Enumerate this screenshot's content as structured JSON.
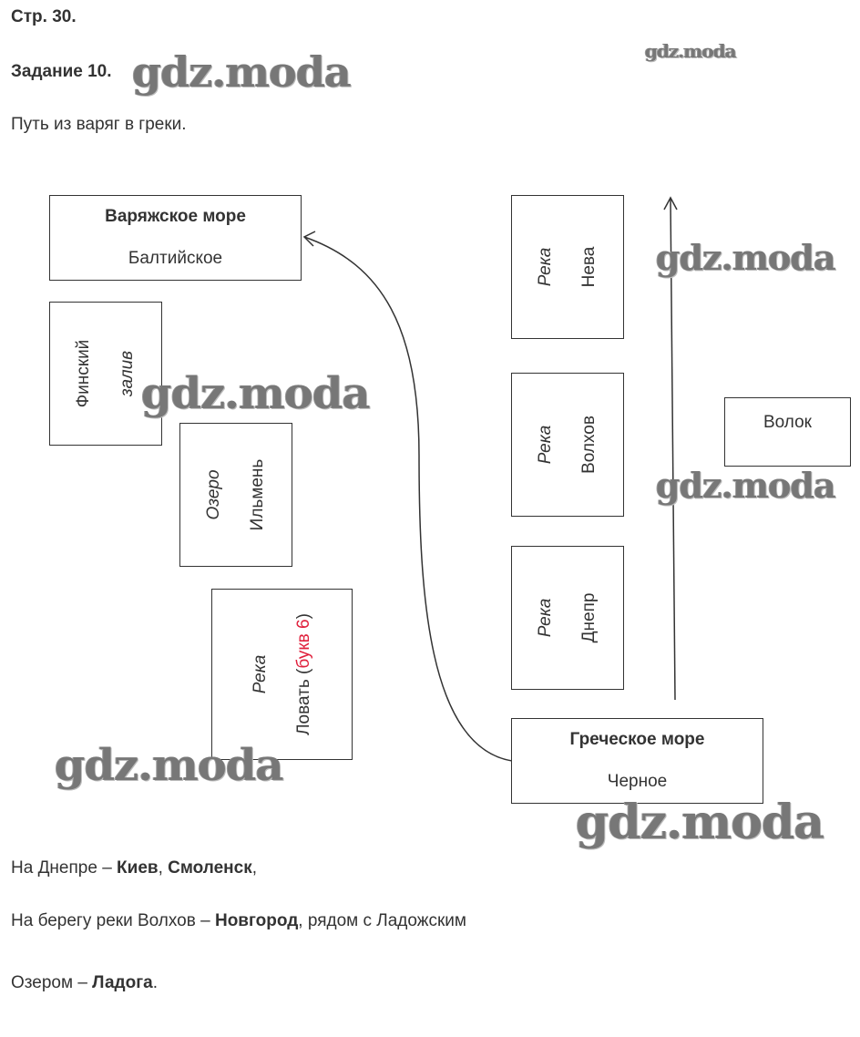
{
  "header": {
    "page": "Стр. 30.",
    "task": "Задание 10.",
    "subtitle": "Путь из варяг в греки."
  },
  "watermark": "gdz.moda",
  "diagram": {
    "varangian_sea": {
      "title": "Варяжское море",
      "sub": "Балтийское"
    },
    "gulf": {
      "line1": "Финский",
      "line2": "залив"
    },
    "lake": {
      "line1": "Озеро",
      "line2": "Ильмень"
    },
    "lovat": {
      "line1": "Река",
      "line2": "Ловать (",
      "hint": "букв 6",
      ",close": ")"
    },
    "neva": {
      "line1": "Река",
      "line2": "Нева"
    },
    "volkhov": {
      "line1": "Река",
      "line2": "Волхов"
    },
    "dnieper": {
      "line1": "Река",
      "line2": "Днепр"
    },
    "portage": {
      "label": "Волок"
    },
    "greek_sea": {
      "title": "Греческое море",
      "sub": "Черное"
    }
  },
  "answer": {
    "line1": {
      "a": "На Днепре – ",
      "b": "Киев",
      "c": ", ",
      "d": "Смоленск",
      "e": ","
    },
    "line2": {
      "a": "На берегу реки Волхов – ",
      "b": "Новгород",
      "c": ", рядом с Ладожским"
    },
    "line3": {
      "a": "Озером – ",
      "b": "Ладога",
      "c": "."
    }
  }
}
